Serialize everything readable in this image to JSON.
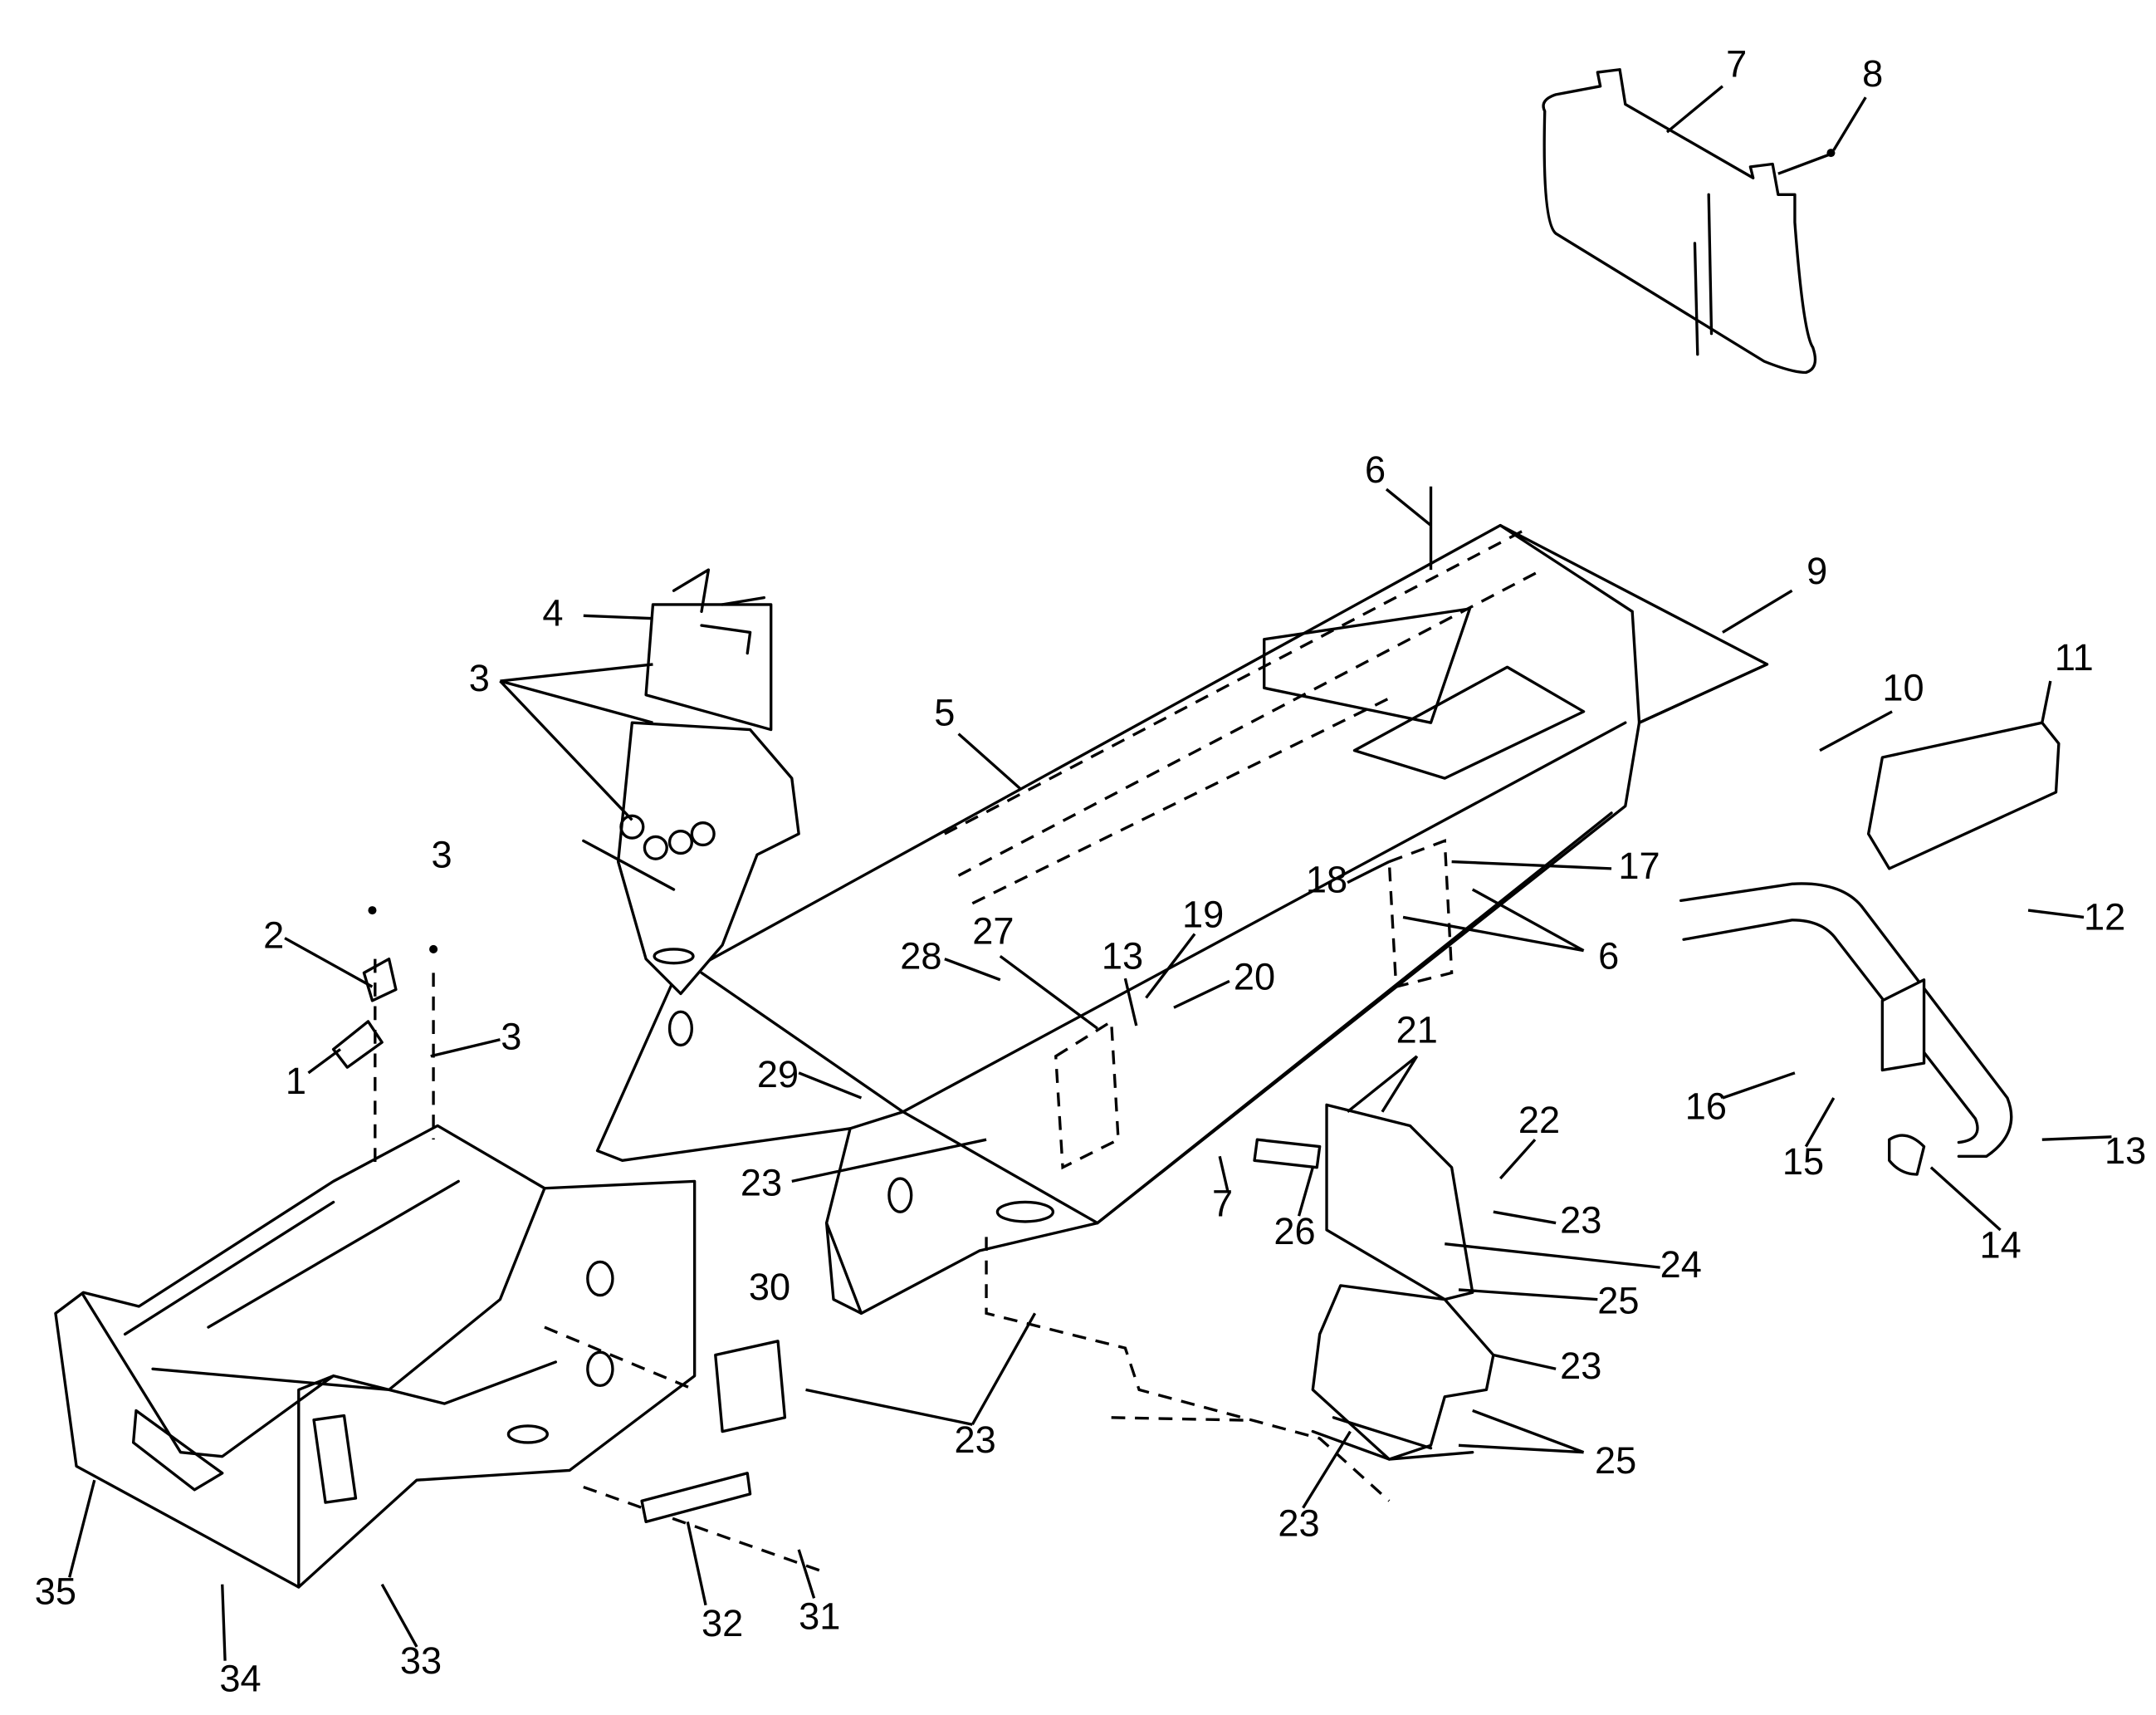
{
  "diagram": {
    "type": "exploded-parts-diagram",
    "line_color": "#000000",
    "background": "#ffffff",
    "callouts": [
      "7",
      "8",
      "6",
      "9",
      "4",
      "3",
      "5",
      "10",
      "11",
      "17",
      "3",
      "18",
      "6",
      "12",
      "2",
      "28",
      "27",
      "13",
      "19",
      "20",
      "3",
      "1",
      "21",
      "16",
      "15",
      "13",
      "22",
      "29",
      "23",
      "7",
      "26",
      "23",
      "24",
      "14",
      "25",
      "30",
      "23",
      "23",
      "25",
      "23",
      "35",
      "32",
      "31",
      "34",
      "33"
    ]
  }
}
